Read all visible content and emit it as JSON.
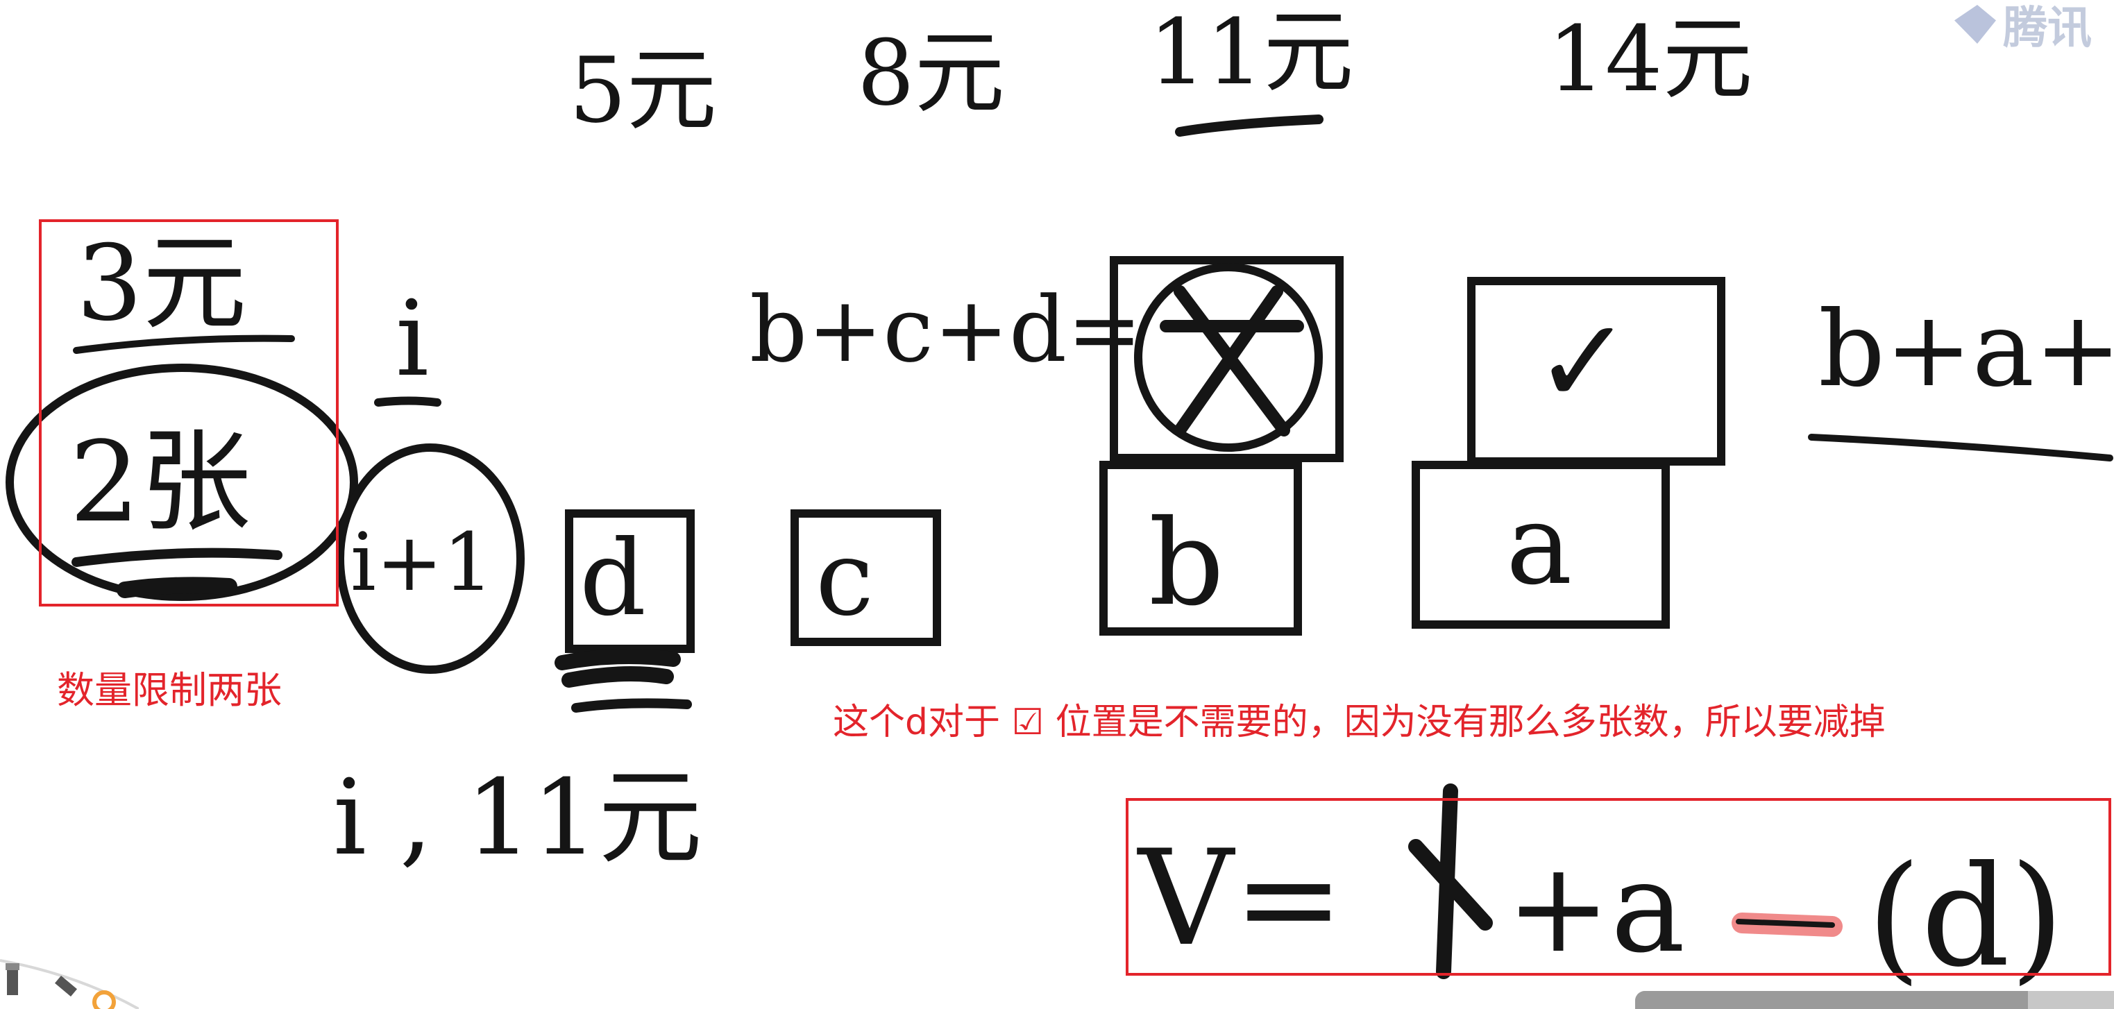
{
  "whiteboard": {
    "price_labels": [
      "5元",
      "8元",
      "11元",
      "14元"
    ],
    "left_price": "3元",
    "left_count": "2张",
    "left_index": "i",
    "ticket_number": "i+1",
    "box_labels": [
      "d",
      "c",
      "b",
      "a"
    ],
    "top_boxes_expr": "b+c+d=",
    "check_mark": "✓",
    "right_expr": "b+a+",
    "bottom_expr": "i , 11元",
    "formula": {
      "v_eq": "V=",
      "term": "+a",
      "paren": "(d)"
    }
  },
  "annotations": {
    "limit_note": "数量限制两张",
    "explain_note": "这个d对于 ☑ 位置是不需要的，因为没有那么多张数，所以要减掉"
  },
  "branding": {
    "logo_text": "腾讯"
  },
  "player": {
    "progress_fraction": 0.82
  },
  "colors": {
    "annotation_red": "#e3242b",
    "ink": "#151515",
    "highlight_pink": "#f08a8a"
  }
}
